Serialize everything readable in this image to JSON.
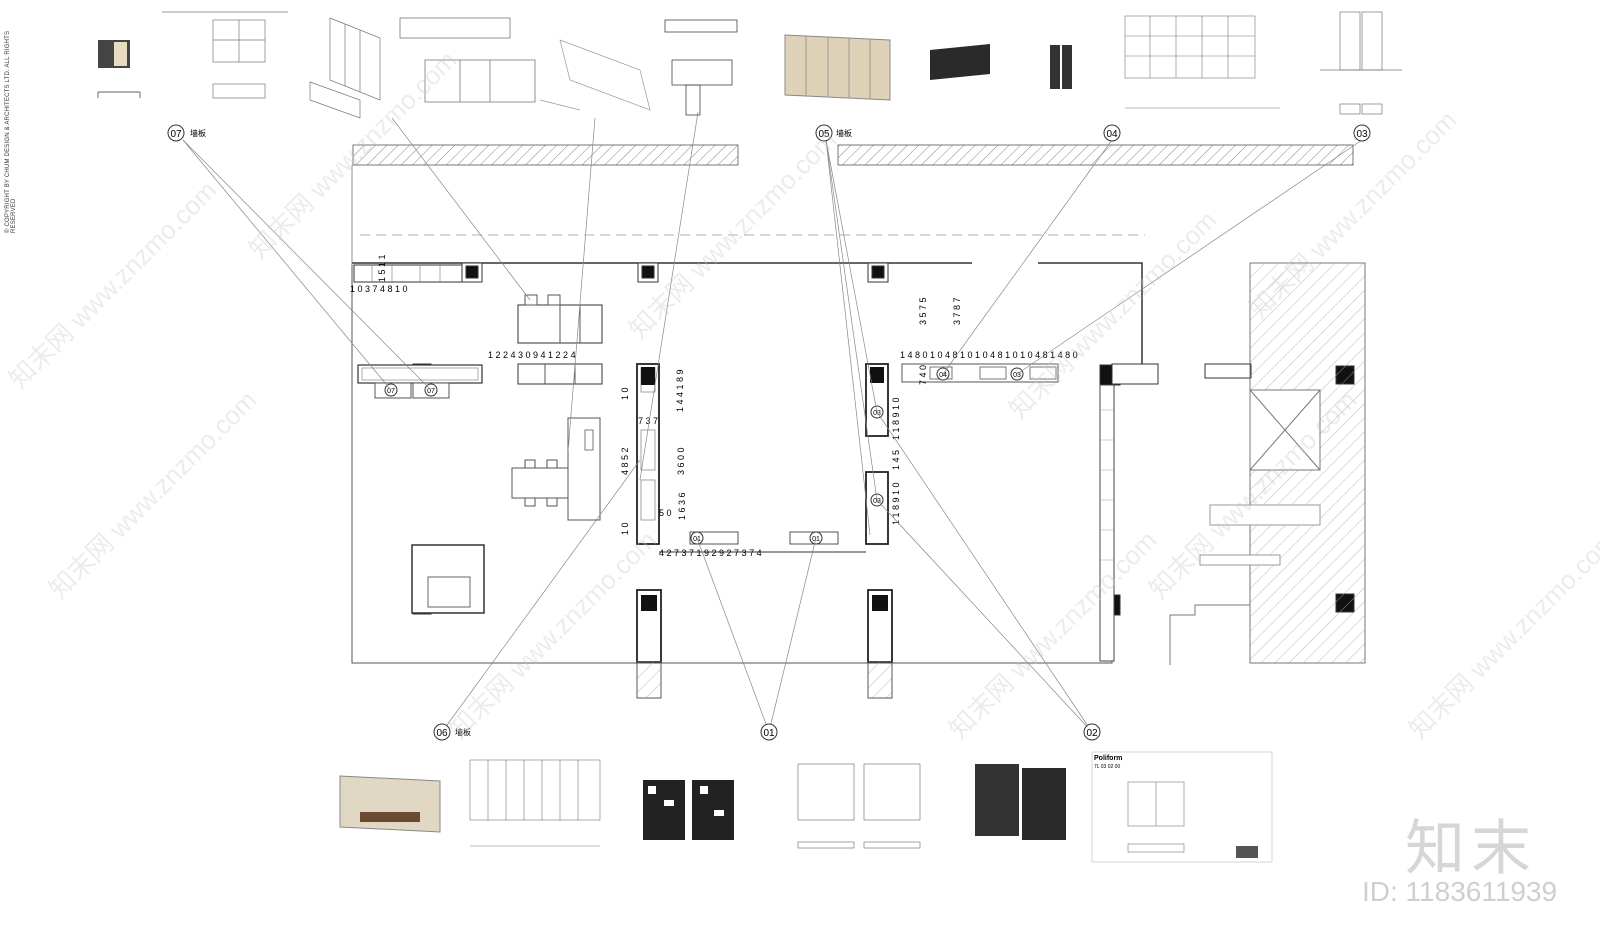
{
  "copyright": "© COPYRIGHT BY CHUM DESIGN & ARCHITECTS LTD. ALL RIGHTS RESERVED",
  "watermark": {
    "site": "www.znzmo.com",
    "brand": "知末网",
    "logo": "知末",
    "id": "ID: 1183611939"
  },
  "callouts": [
    {
      "tag": "07",
      "note": "墙板"
    },
    {
      "tag": "05",
      "note": "墙板"
    },
    {
      "tag": "04",
      "note": ""
    },
    {
      "tag": "03",
      "note": ""
    },
    {
      "tag": "06",
      "note": "墙板"
    },
    {
      "tag": "01",
      "note": ""
    },
    {
      "tag": "02",
      "note": ""
    }
  ],
  "dimensions": {
    "left_wall": {
      "top": "1 5 1 1",
      "bottom": "1 0    3 7 4 8    1 0"
    },
    "center_row": {
      "label": "1 2 2 4     3 0 9 4   1 2 2 4"
    },
    "center_col": {
      "a": "1 4 4 1 8 9",
      "b": "7 3 7",
      "c": "4 8 5 2",
      "d": "3 6 0 0",
      "e": "1 0",
      "f": "5 0",
      "g": "1 6 3 6",
      "h": "1 0"
    },
    "bottom_row": {
      "label": "4   2 7 3 7      1 9 2 9      2 7 3 7   4"
    },
    "right_col": {
      "a": "3 5 7 5",
      "b": "3 7 8 7",
      "c": "7 4 0",
      "d": "1 1 8 9 1 0",
      "e": "1 4 5",
      "f": "1 1 8 9 1 0"
    },
    "right_row": {
      "label": "1 4 8 0 1 0 4 8 1 0 1 0 4 8 1 0 1 0 4 8 1 4 8 0"
    }
  },
  "plan_tags": [
    "07",
    "07",
    "01",
    "01",
    "03",
    "04",
    "03",
    "03"
  ],
  "titleblock": {
    "brand": "Poliform",
    "code": "7L 03 02 00"
  }
}
